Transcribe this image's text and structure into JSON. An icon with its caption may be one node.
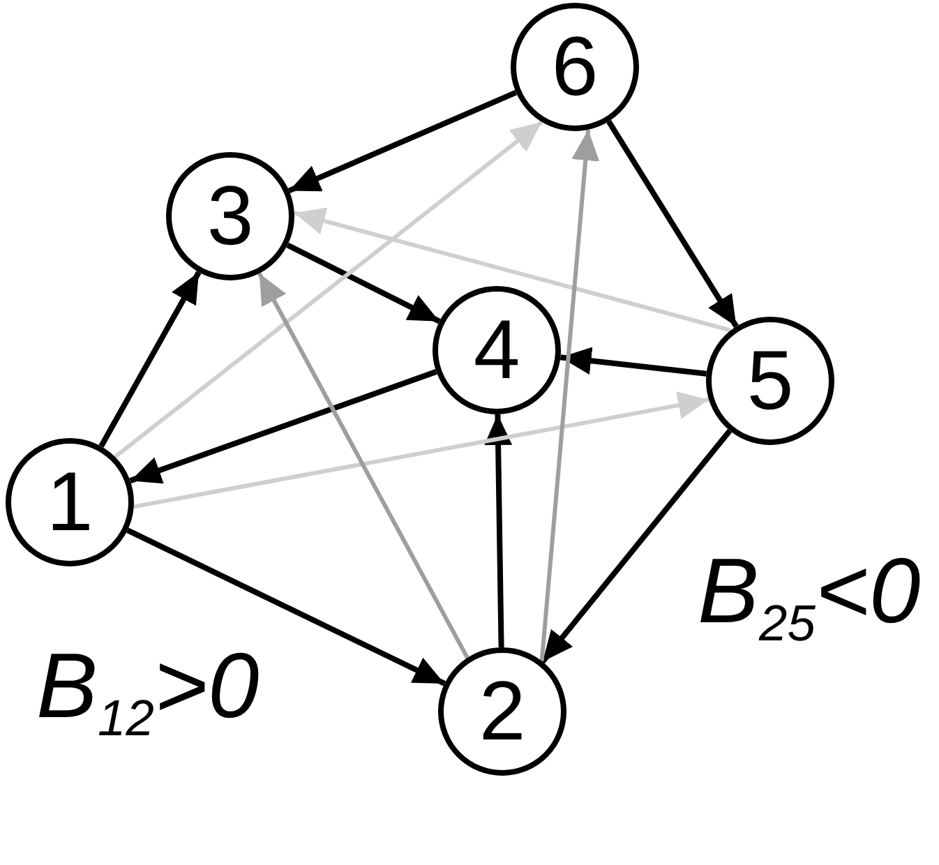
{
  "diagram": {
    "nodes": [
      {
        "text": [
          "6"
        ]
      },
      {
        "text": [
          "3"
        ]
      },
      {
        "text": [
          "4"
        ]
      },
      {
        "text": [
          "5"
        ]
      },
      {
        "text": [
          "1"
        ]
      },
      {
        "text": [
          "2"
        ]
      }
    ],
    "edges": [
      {
        "from": 0,
        "to": 1,
        "arrow": "to"
      },
      {
        "from": 0,
        "to": 3,
        "arrow": "to"
      },
      {
        "from": 4,
        "to": 1,
        "arrow": "to"
      },
      {
        "from": 1,
        "to": 2,
        "arrow": "to"
      },
      {
        "from": 2,
        "to": 4,
        "arrow": "to"
      },
      {
        "from": 3,
        "to": 2,
        "arrow": "to"
      },
      {
        "from": 4,
        "to": 5,
        "arrow": "to"
      },
      {
        "from": 5,
        "to": 2,
        "arrow": "to"
      },
      {
        "from": 3,
        "to": 5,
        "arrow": "to"
      },
      {
        "from": 4,
        "to": 0,
        "arrow": "to",
        "color": "#cfcfcf"
      },
      {
        "from": 3,
        "to": 1,
        "arrow": "to",
        "color": "#cfcfcf"
      },
      {
        "from": 4,
        "to": 3,
        "arrow": "to",
        "color": "#cfcfcf"
      },
      {
        "from": 5,
        "to": 1,
        "arrow": "to",
        "color": "#9e9e9e"
      },
      {
        "from": 5,
        "to": 0,
        "arrow": "to",
        "color": "#9e9e9e"
      }
    ],
    "labels": [
      "B$_{12}$>0",
      "B$_{25}$<0"
    ]
  }
}
